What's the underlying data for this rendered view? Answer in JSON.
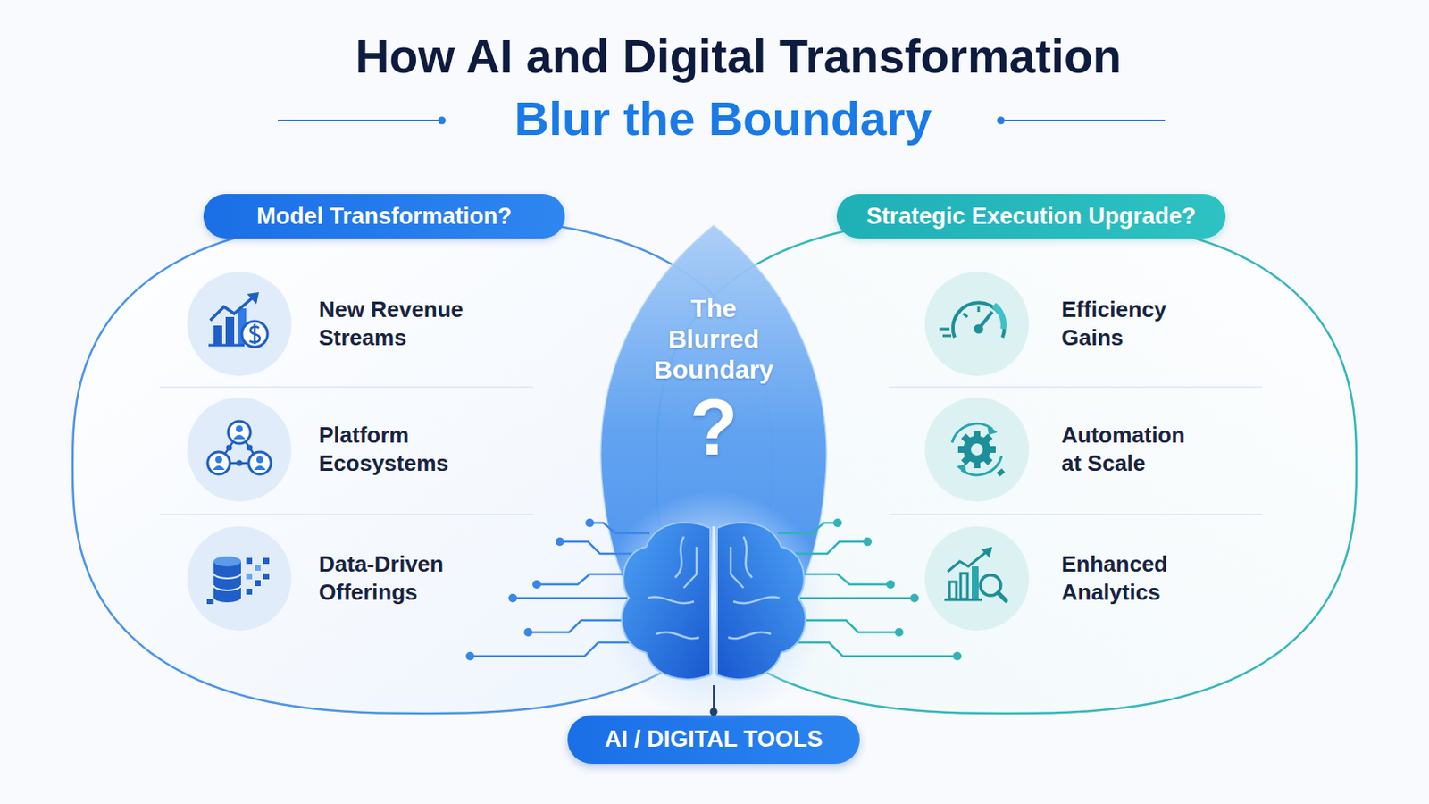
{
  "diagram": {
    "title": "How AI and Digital Transformation",
    "nodes": [
      {
        "text": [
          "Model Transformation?",
          "New Revenue Streams",
          "Platform Ecosystems",
          "Data-Driven Offerings"
        ]
      },
      {
        "text": [
          "Strategic Execution Upgrade?",
          "Efficiency Gains",
          "Automation at Scale",
          "Enhanced Analytics"
        ]
      },
      {
        "text": [
          "The Blurred Boundary",
          "?"
        ]
      },
      {
        "text": [
          "AI / DIGITAL TOOLS"
        ]
      }
    ],
    "edges": [
      {
        "from": 2,
        "to": 3,
        "arrow": "none"
      }
    ],
    "labels": [
      "Blur the Boundary"
    ]
  }
}
